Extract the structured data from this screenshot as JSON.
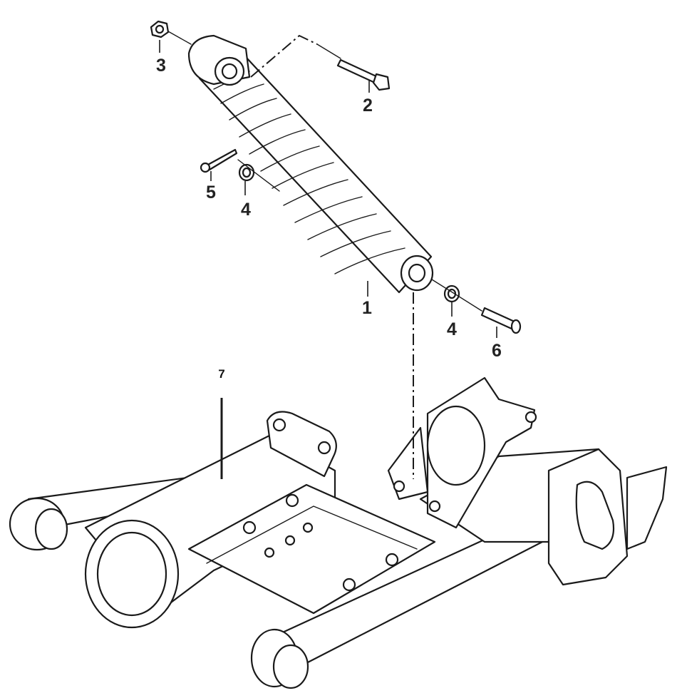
{
  "callouts": {
    "shock_absorber": "1",
    "bolt": "2",
    "nut": "3",
    "washer_upper": "4",
    "washer_lower": "4",
    "cotter_pin": "5",
    "pin": "6",
    "swing_arm": "7"
  }
}
